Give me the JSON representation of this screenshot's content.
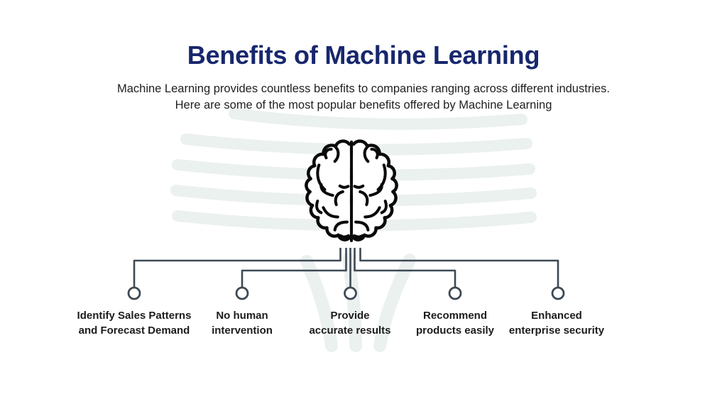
{
  "slide": {
    "title": "Benefits of Machine Learning",
    "subtitle": {
      "line1": "Machine Learning provides countless benefits to companies ranging across different industries.",
      "line2": "Here are some of the most popular benefits offered by Machine Learning"
    },
    "center_icon": "brain-icon",
    "benefits": [
      {
        "line1": "Identify Sales Patterns",
        "line2": "and Forecast Demand"
      },
      {
        "line1": "No human",
        "line2": "intervention"
      },
      {
        "line1": "Provide",
        "line2": "accurate results"
      },
      {
        "line1": "Recommend",
        "line2": "products easily"
      },
      {
        "line1": "Enhanced",
        "line2": "enterprise security"
      }
    ],
    "colors": {
      "title": "#17276d",
      "body_text": "#1f1f1f",
      "label_text": "#1c1c1c",
      "connector": "#3d4a55",
      "brain": "#0a0a0a",
      "watermark": "#ebf1ee",
      "background": "#ffffff"
    }
  }
}
